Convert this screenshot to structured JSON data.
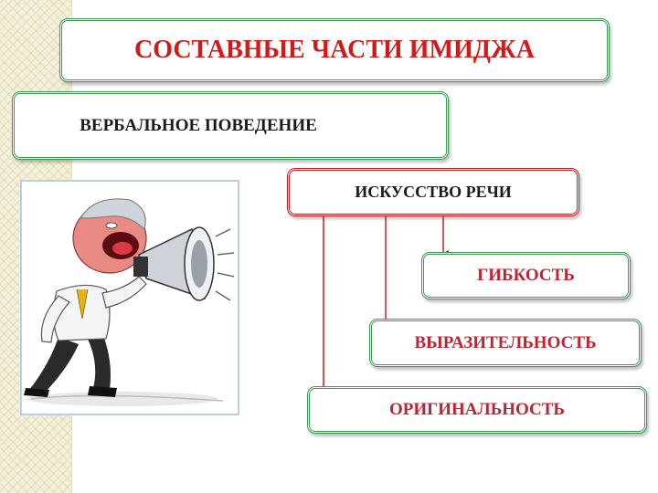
{
  "slide": {
    "title": "СОСТАВНЫЕ ЧАСТИ ИМИДЖА",
    "verbal_behavior": "ВЕРБАЛЬНОЕ ПОВЕДЕНИЕ",
    "speech_art": "ИСКУССТВО РЕЧИ",
    "components": [
      "ГИБКОСТЬ",
      "ВЫРАЗИТЕЛЬНОСТЬ",
      "ОРИГИНАЛЬНОСТЬ"
    ]
  },
  "colors": {
    "title_text": "#d11a1a",
    "component_text": "#c0232f",
    "green_border": "#3d9a55",
    "red_border": "#cc1d23",
    "arrow": "#cc1d23"
  },
  "illustration": {
    "icon": "man-shouting-into-megaphone-cartoon"
  }
}
